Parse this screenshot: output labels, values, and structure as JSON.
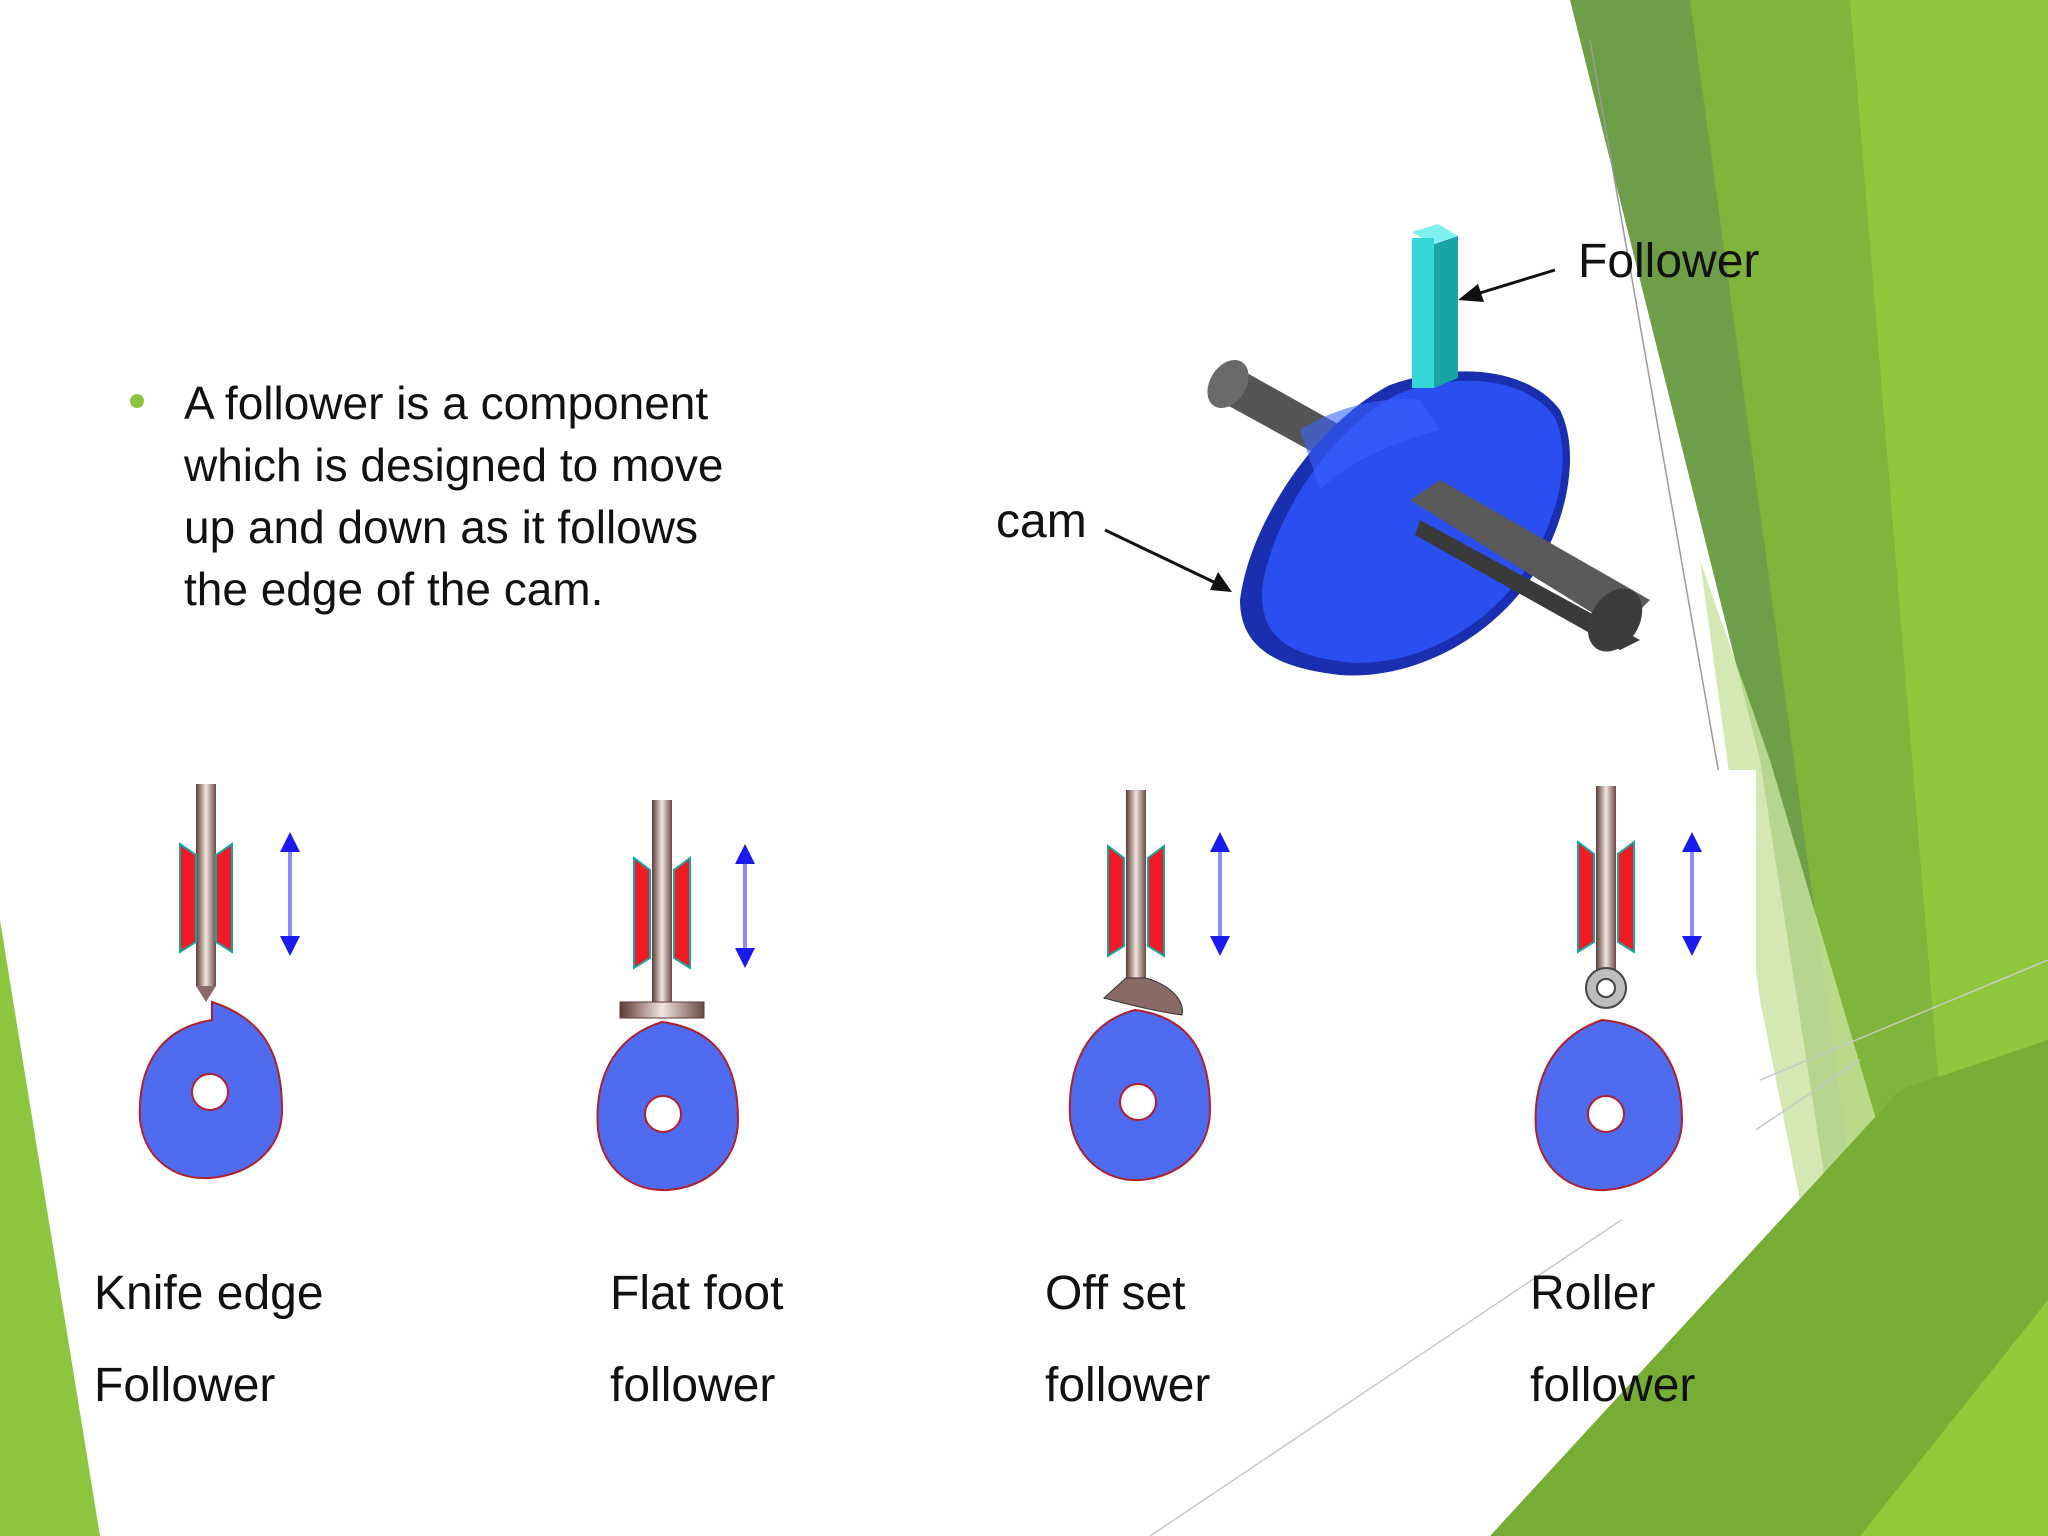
{
  "colors": {
    "accent_green": "#8cc63f",
    "dark_green": "#6a9e45",
    "mid_green": "#7fb33a",
    "cam_blue": "#1e3fd6",
    "cam_face": "#2c55f0",
    "profile_blue": "#4f6cf0",
    "follower_cyan": "#35d6d6",
    "guide_red": "#ee1c25",
    "arrow_blue": "#1a1aee"
  },
  "bullet": {
    "lines": [
      "A follower is a component",
      "which is designed to move",
      "up and down as it follows",
      "the edge of the cam."
    ]
  },
  "diagram_3d": {
    "follower_label": "Follower",
    "cam_label": "cam"
  },
  "followers": [
    {
      "type_icon": "knife-edge-follower-icon",
      "line1": "Knife edge",
      "line2": "Follower"
    },
    {
      "type_icon": "flat-foot-follower-icon",
      "line1": "Flat foot",
      "line2": "follower"
    },
    {
      "type_icon": "offset-follower-icon",
      "line1": "Off set",
      "line2": "follower"
    },
    {
      "type_icon": "roller-follower-icon",
      "line1": "Roller",
      "line2": "follower"
    }
  ]
}
